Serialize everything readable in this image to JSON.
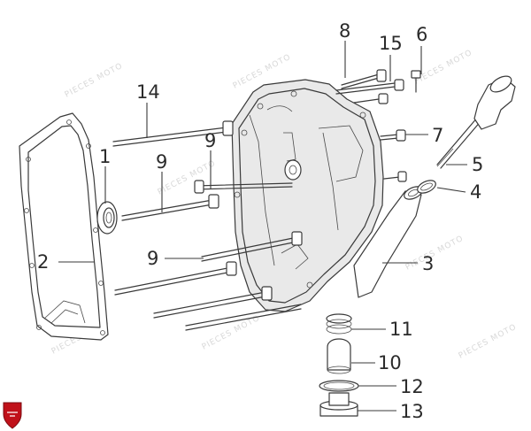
{
  "diagram": {
    "parts": [
      {
        "number": "1",
        "part": "seal"
      },
      {
        "number": "2",
        "part": "gasket"
      },
      {
        "number": "3",
        "part": "left crankcase cover"
      },
      {
        "number": "4",
        "part": "o-ring"
      },
      {
        "number": "5",
        "part": "oil dipstick"
      },
      {
        "number": "6",
        "part": "bolt"
      },
      {
        "number": "7",
        "part": "bolt"
      },
      {
        "number": "8",
        "part": "bolt"
      },
      {
        "number": "9",
        "part": "long bolt"
      },
      {
        "number": "10",
        "part": "strainer"
      },
      {
        "number": "11",
        "part": "spring"
      },
      {
        "number": "12",
        "part": "o-ring"
      },
      {
        "number": "13",
        "part": "drain plug"
      },
      {
        "number": "14",
        "part": "long bolt"
      },
      {
        "number": "15",
        "part": "bolt"
      }
    ],
    "labels": {
      "l1": "1",
      "l2": "2",
      "l3": "3",
      "l4": "4",
      "l5": "5",
      "l6": "6",
      "l7": "7",
      "l8": "8",
      "l9a": "9",
      "l9b": "9",
      "l9c": "9",
      "l10": "10",
      "l11": "11",
      "l12": "12",
      "l13": "13",
      "l14": "14",
      "l15": "15"
    },
    "watermark_text": "PIECES MOTO",
    "accent_color": "#c0111a"
  }
}
